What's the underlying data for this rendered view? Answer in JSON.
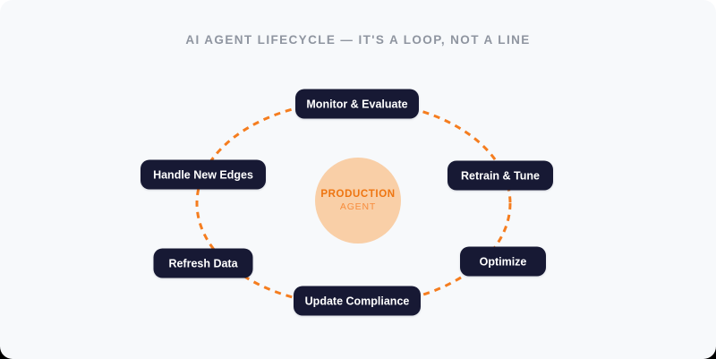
{
  "title": "AI AGENT LIFECYCLE — IT'S A LOOP, NOT A LINE",
  "core": {
    "line1": "PRODUCTION",
    "line2": "AGENT"
  },
  "stages": [
    {
      "label": "Monitor & Evaluate"
    },
    {
      "label": "Retrain & Tune"
    },
    {
      "label": "Optimize"
    },
    {
      "label": "Update Compliance"
    },
    {
      "label": "Refresh Data"
    },
    {
      "label": "Handle New Edges"
    }
  ],
  "colors": {
    "card_background": "#f7f9fb",
    "stage_node": "#171934",
    "stage_text": "#ffffff",
    "loop_dash": "#f57d1f",
    "core_fill": "#f9cfa7",
    "core_text_primary": "#ee7511",
    "core_text_secondary": "#f78c3c",
    "title_text": "#8f95a0"
  }
}
